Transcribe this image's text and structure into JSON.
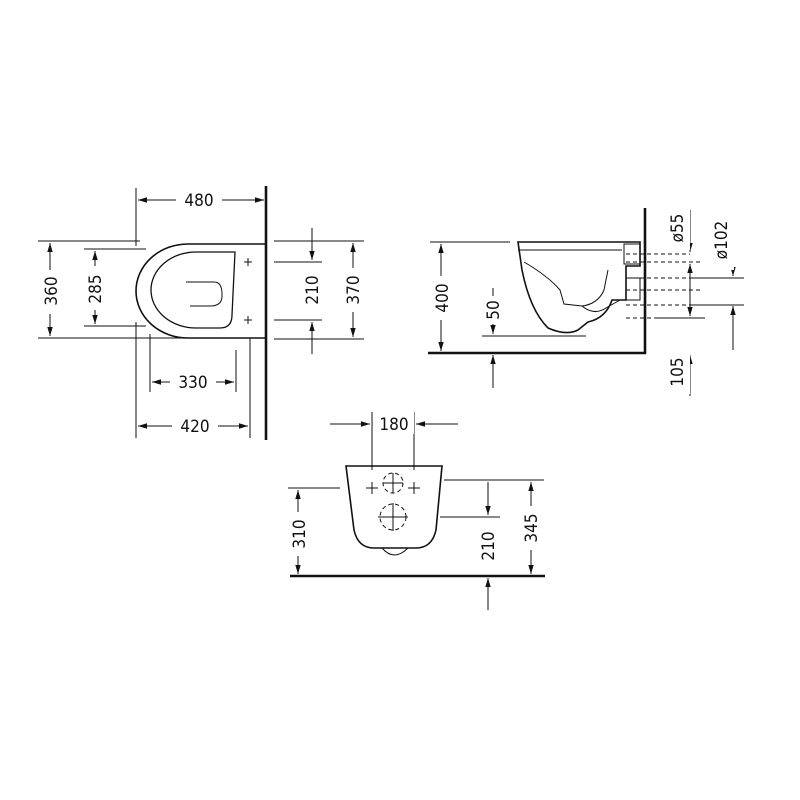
{
  "views": {
    "top": {
      "width_overall": "480",
      "depth_left_outer": "360",
      "depth_left_inner": "285",
      "fix_right_inner": "210",
      "fix_right_outer": "370",
      "bottom_inner": "330",
      "bottom_outer": "420"
    },
    "side": {
      "height_total": "400",
      "height_inner": "50",
      "pipe_small": "ø55",
      "pipe_large": "ø102",
      "outlet_height": "105"
    },
    "rear": {
      "bolt_spacing": "180",
      "height_left": "310",
      "height_inner": "210",
      "height_right": "345"
    }
  }
}
